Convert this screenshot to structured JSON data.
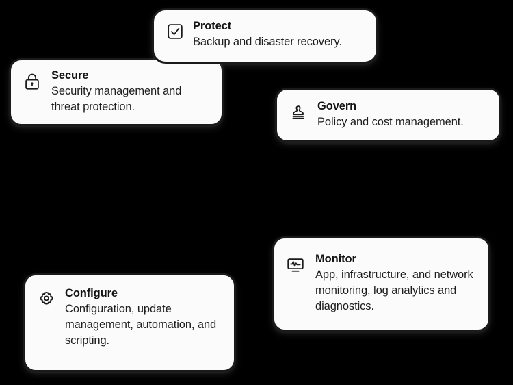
{
  "theme": {
    "background": "#000000",
    "card_fill": "#fbfbfb",
    "card_border": "#1a1a1a",
    "title_color": "#141414",
    "text_color": "#1d1d1d"
  },
  "cards": [
    {
      "id": "protect",
      "icon": "checkbox-checked-icon",
      "title": "Protect",
      "description": "Backup and disaster recovery."
    },
    {
      "id": "secure",
      "icon": "lock-icon",
      "title": "Secure",
      "description": "Security management and threat protection."
    },
    {
      "id": "govern",
      "icon": "stamp-icon",
      "title": "Govern",
      "description": "Policy and cost management."
    },
    {
      "id": "monitor",
      "icon": "monitor-pulse-icon",
      "title": "Monitor",
      "description": "App, infrastructure, and network monitoring, log analytics and diagnostics."
    },
    {
      "id": "configure",
      "icon": "gear-icon",
      "title": "Configure",
      "description": "Configuration, update management, automation, and scripting."
    }
  ]
}
